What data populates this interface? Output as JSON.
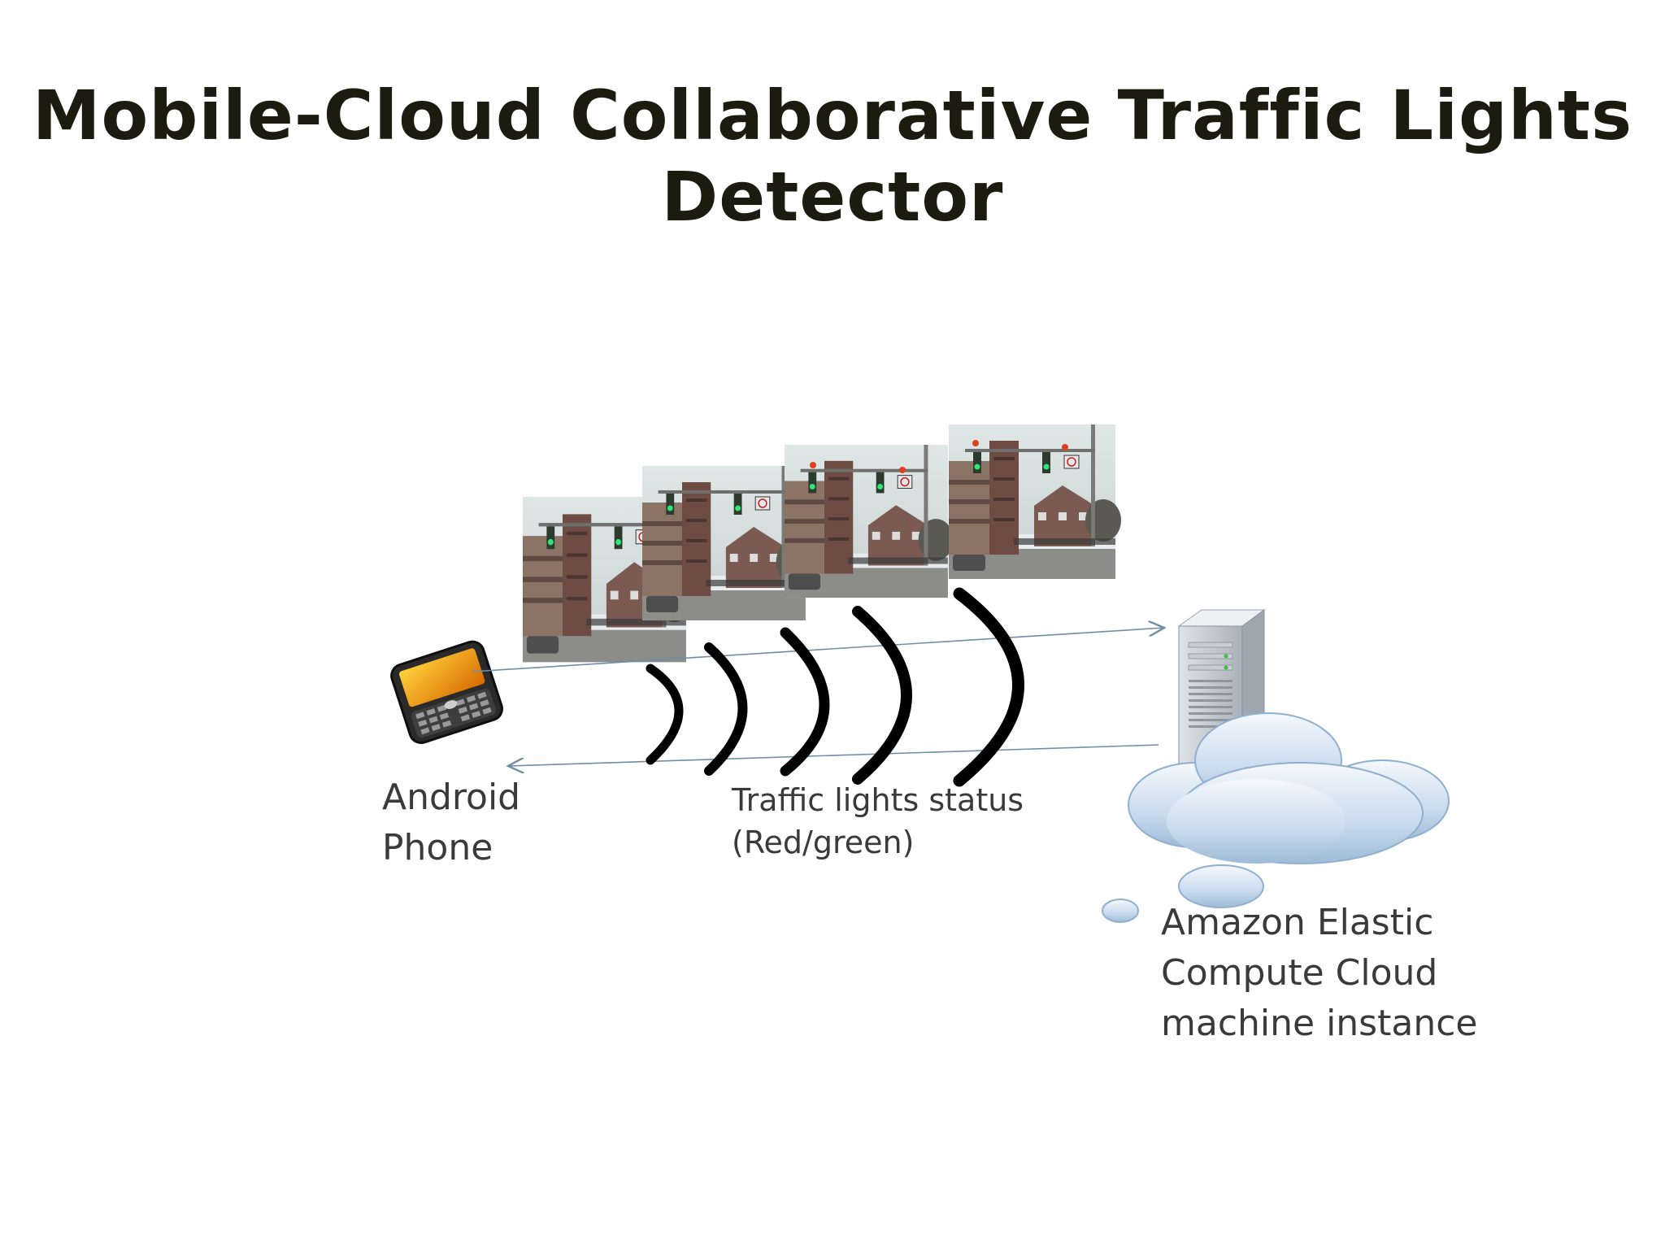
{
  "slide": {
    "title_line1": "Mobile-Cloud Collaborative Traffic Lights",
    "title_line2": "Detector"
  },
  "diagram": {
    "phone_label_line1": "Android",
    "phone_label_line2": "Phone",
    "status_label_line1": "Traffic lights status",
    "status_label_line2": "(Red/green)",
    "cloud_label_line1": "Amazon Elastic",
    "cloud_label_line2": "Compute Cloud",
    "cloud_label_line3": "machine instance"
  },
  "colors": {
    "title": "#1b1b10",
    "arrow": "#6f8fa6",
    "wave": "#000000",
    "cloud": "#bcd3ea"
  }
}
